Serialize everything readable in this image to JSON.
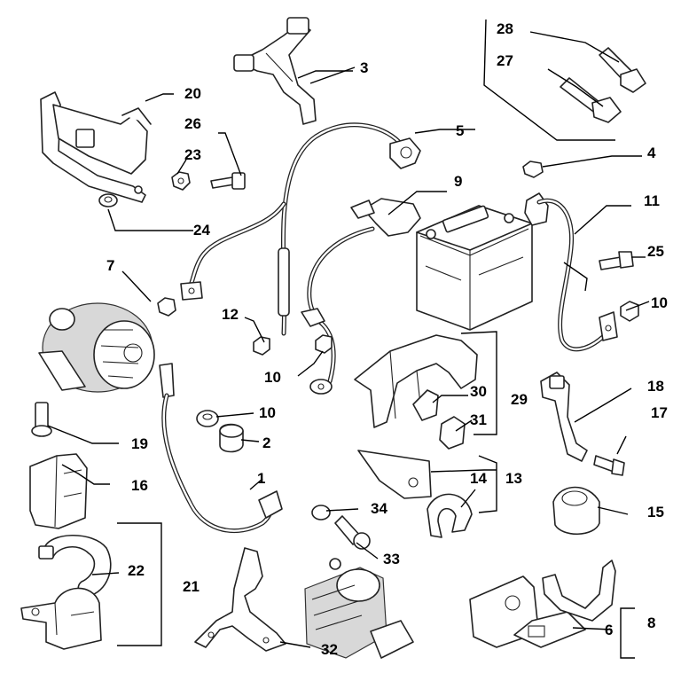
{
  "callouts": {
    "c1": "1",
    "c2": "2",
    "c3": "3",
    "c4": "4",
    "c5": "5",
    "c6": "6",
    "c7": "7",
    "c8": "8",
    "c9": "9",
    "c10a": "10",
    "c10b": "10",
    "c10c": "10",
    "c11": "11",
    "c12": "12",
    "c13": "13",
    "c14": "14",
    "c15": "15",
    "c16": "16",
    "c17": "17",
    "c18": "18",
    "c19": "19",
    "c20": "20",
    "c21": "21",
    "c22": "22",
    "c23": "23",
    "c24": "24",
    "c25": "25",
    "c26": "26",
    "c27": "27",
    "c28": "28",
    "c29": "29",
    "c30": "30",
    "c31": "31",
    "c32": "32",
    "c33": "33",
    "c34": "34"
  }
}
